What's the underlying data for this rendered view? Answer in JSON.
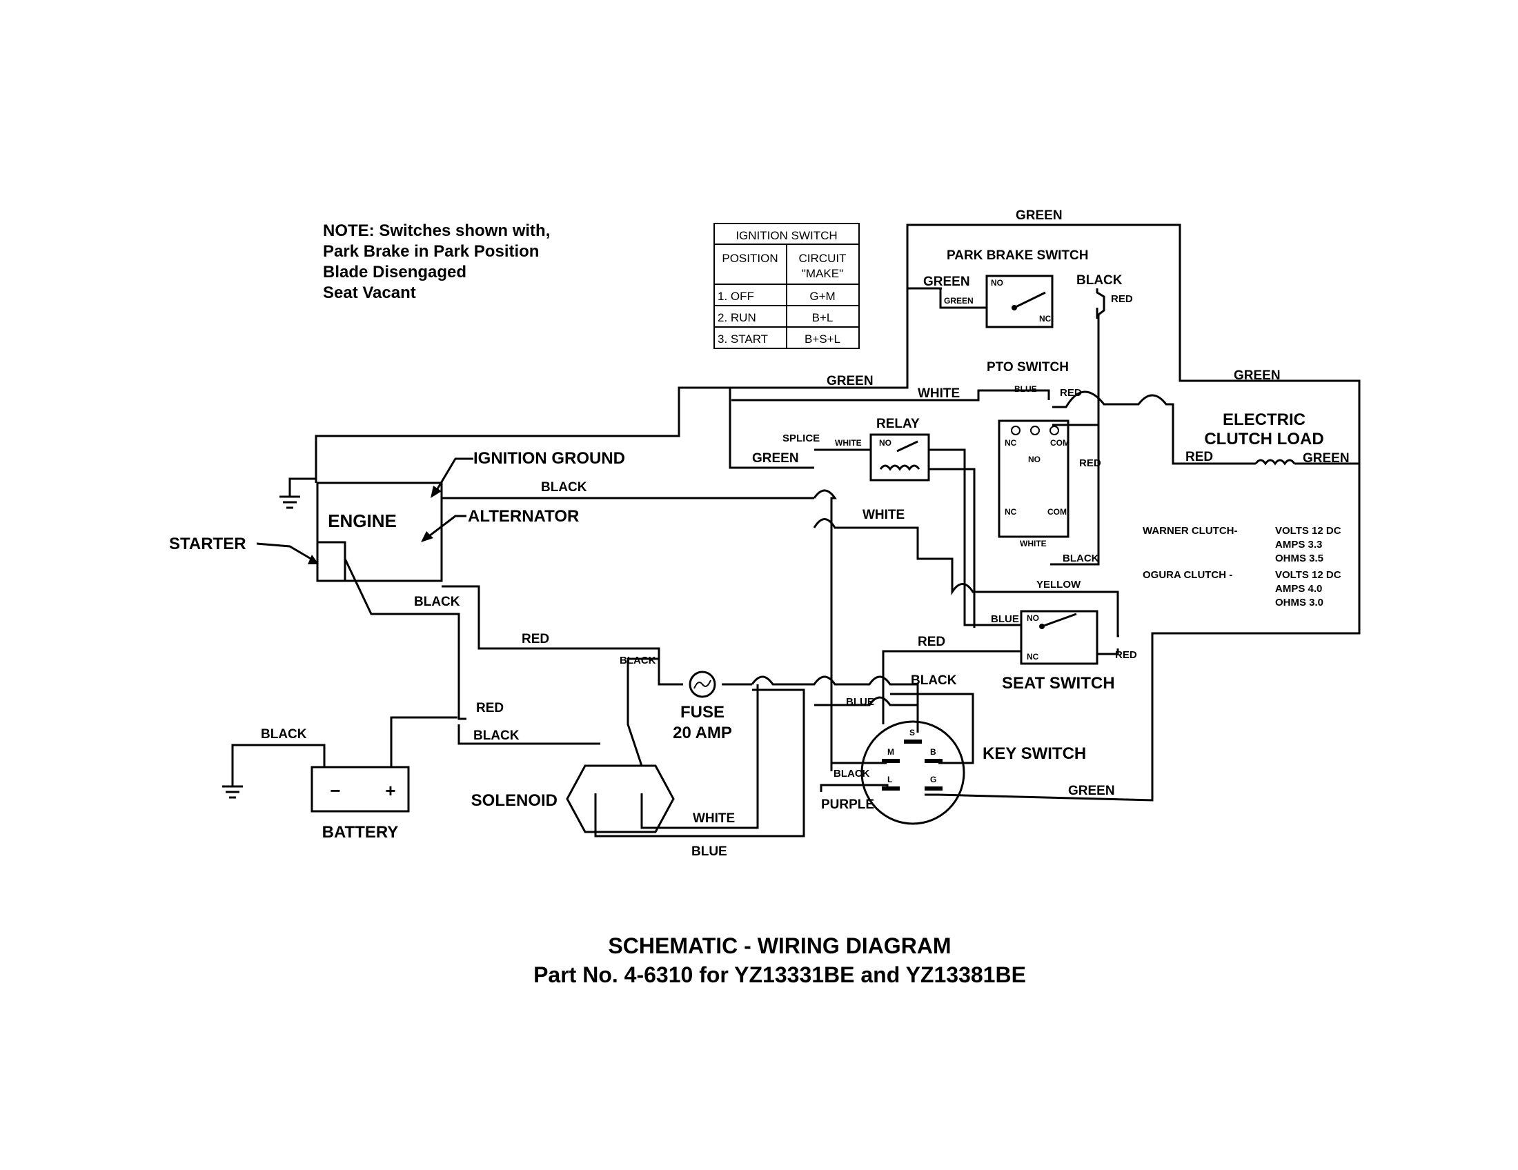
{
  "note": {
    "lines": [
      "NOTE: Switches shown with,",
      "Park Brake in Park Position",
      "Blade Disengaged",
      "Seat Vacant"
    ]
  },
  "ignition_table": {
    "title": "IGNITION SWITCH",
    "headers": [
      "POSITION",
      "CIRCUIT",
      "\"MAKE\""
    ],
    "rows": [
      {
        "position": "1. OFF",
        "make": "G+M"
      },
      {
        "position": "2. RUN",
        "make": "B+L"
      },
      {
        "position": "3. START",
        "make": "B+S+L"
      }
    ]
  },
  "components": {
    "park_brake_switch": "PARK BRAKE SWITCH",
    "pto_switch": "PTO SWITCH",
    "relay": "RELAY",
    "splice": "SPLICE",
    "electric_clutch_1": "ELECTRIC",
    "electric_clutch_2": "CLUTCH LOAD",
    "engine": "ENGINE",
    "ignition_ground": "IGNITION GROUND",
    "alternator": "ALTERNATOR",
    "starter": "STARTER",
    "fuse_1": "FUSE",
    "fuse_2": "20 AMP",
    "battery": "BATTERY",
    "solenoid": "SOLENOID",
    "seat_switch": "SEAT SWITCH",
    "key_switch": "KEY SWITCH"
  },
  "terminals": {
    "no": "NO",
    "nc": "NC",
    "com": "COM",
    "s": "S",
    "m": "M",
    "b": "B",
    "l": "L",
    "g": "G",
    "battery_neg": "−",
    "battery_pos": "+"
  },
  "wires": {
    "green": "GREEN",
    "black": "BLACK",
    "red": "RED",
    "white": "WHITE",
    "blue": "BLUE",
    "yellow": "YELLOW",
    "purple": "PURPLE"
  },
  "clutch_specs": [
    {
      "name": "WARNER CLUTCH-",
      "lines": [
        "VOLTS 12 DC",
        "AMPS 3.3",
        "OHMS 3.5"
      ]
    },
    {
      "name": "OGURA CLUTCH -",
      "lines": [
        "VOLTS 12 DC",
        "AMPS 4.0",
        "OHMS 3.0"
      ]
    }
  ],
  "title": {
    "line1": "SCHEMATIC - WIRING DIAGRAM",
    "line2": "Part No. 4-6310 for YZ13331BE and YZ13381BE"
  }
}
